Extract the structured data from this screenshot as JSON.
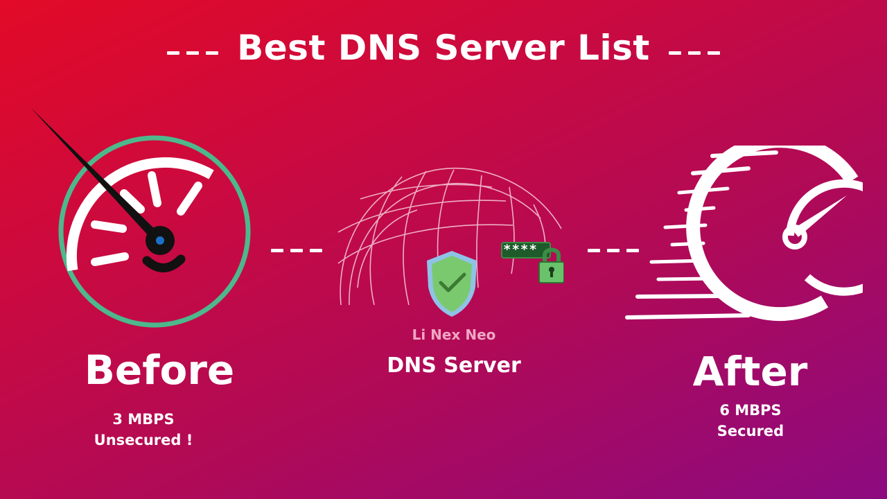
{
  "title": "Best DNS Server List",
  "before": {
    "label": "Before",
    "speed": "3 MBPS",
    "status": "Unsecured !"
  },
  "middle": {
    "brand": "Li Nex Neo",
    "label": "DNS Server",
    "password_mask": "****"
  },
  "after": {
    "label": "After",
    "speed": "6 MBPS",
    "status": "Secured"
  },
  "colors": {
    "ring": "#4db88c",
    "needle_dot": "#1e6fc7",
    "shield": "#7bc96f",
    "lock": "#6ac26a"
  },
  "icons": {
    "before": "slow-speedometer-icon",
    "middle": "globe-icon",
    "shield": "shield-check-icon",
    "lock": "padlock-icon",
    "after": "fast-speedometer-icon"
  }
}
